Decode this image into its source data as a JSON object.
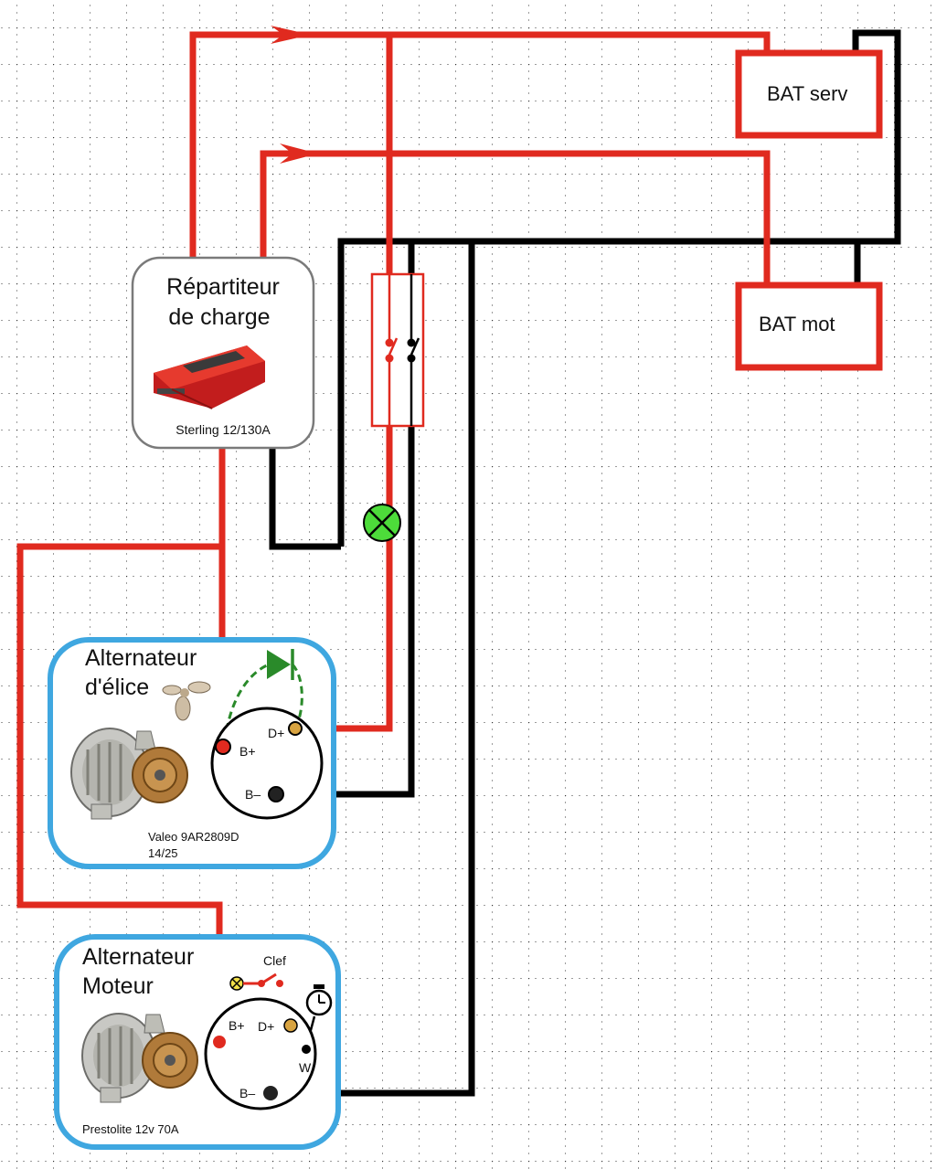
{
  "batteries": {
    "service": {
      "label": "BAT serv"
    },
    "engine": {
      "label": "BAT mot"
    }
  },
  "splitter": {
    "title_line1": "Répartiteur",
    "title_line2": "de charge",
    "model": "Sterling 12/130A"
  },
  "prop_alternator": {
    "title_line1": "Alternateur",
    "title_line2": "d'élice",
    "model_line1": "Valeo 9AR2809D",
    "model_line2": "14/25",
    "terminals": {
      "b_plus": "B+",
      "d_plus": "D+",
      "b_minus": "B–"
    }
  },
  "engine_alternator": {
    "title_line1": "Alternateur",
    "title_line2": "Moteur",
    "model": "Prestolite 12v 70A",
    "key_label": "Clef",
    "terminals": {
      "b_plus": "B+",
      "d_plus": "D+",
      "w": "W",
      "b_minus": "B–"
    }
  },
  "colors": {
    "positive_wire": "#e02a1f",
    "negative_wire": "#000000",
    "alternator_frame": "#3fa7e0",
    "battery_frame": "#e02a1f",
    "diode": "#2a8a2a",
    "lamp": "#4ddc3a",
    "d_plus_terminal": "#d9a441",
    "b_plus_terminal": "#e02a1f",
    "grid": "#333333"
  },
  "icons": [
    "propeller-icon",
    "alternator-icon",
    "charge-splitter-icon",
    "warning-lamp-icon",
    "diode-icon",
    "stopwatch-icon",
    "key-switch-icon",
    "fuse-switch-icon"
  ]
}
